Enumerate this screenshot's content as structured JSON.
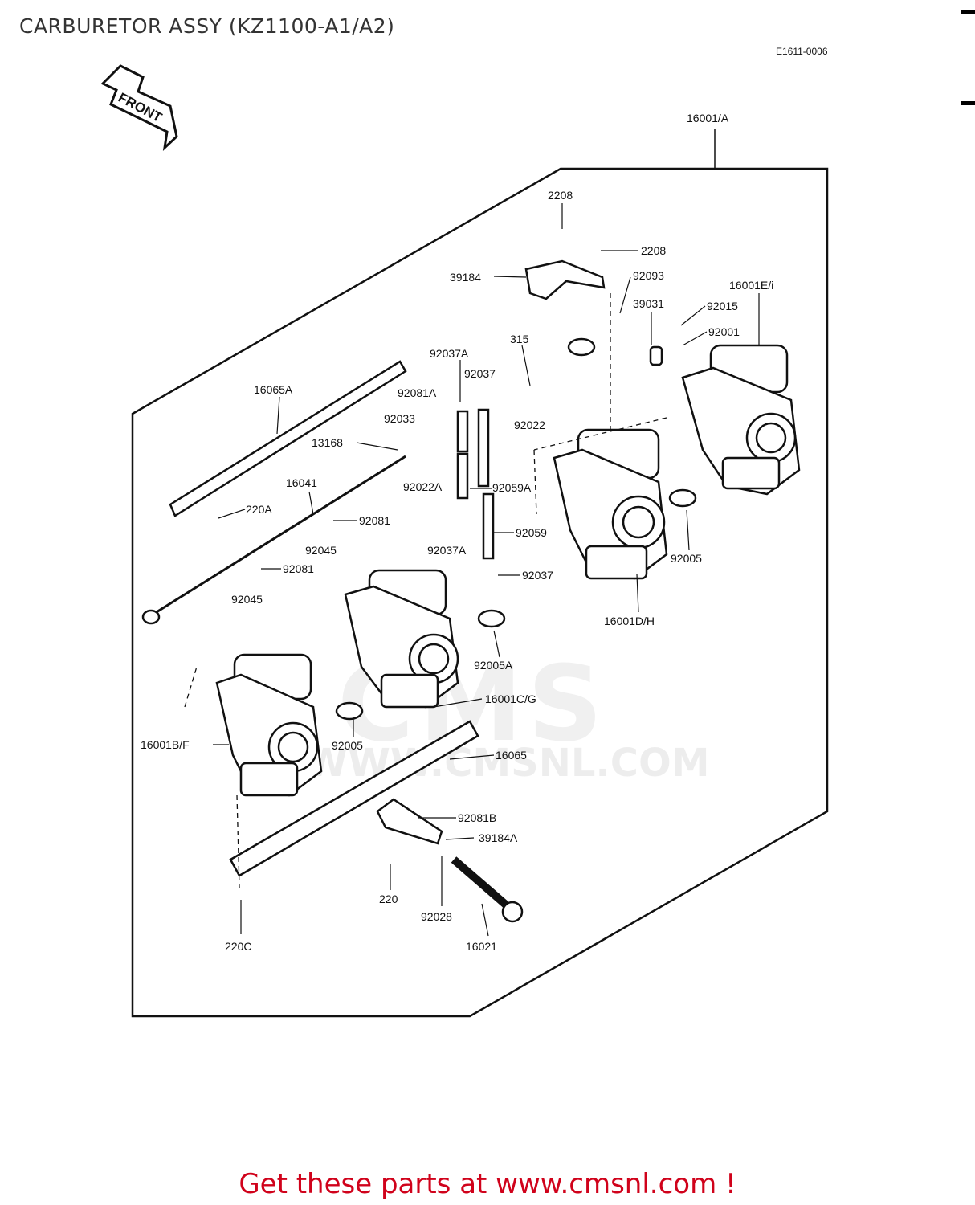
{
  "header": {
    "title": "CARBURETOR ASSY (KZ1100-A1/A2)",
    "diagram_code": "E1611-0006"
  },
  "front_arrow": {
    "label": "FRONT"
  },
  "parts": [
    "16001/A",
    "2208",
    "2208",
    "39184",
    "92093",
    "39031",
    "92015",
    "16001E/i",
    "92001",
    "315",
    "92037A",
    "92037",
    "92081A",
    "92033",
    "16065A",
    "13168",
    "92022",
    "92022A",
    "16041",
    "92059A",
    "220A",
    "92081",
    "92045",
    "92037A",
    "92059",
    "92005",
    "92081",
    "92037",
    "92045",
    "16001D/H",
    "92005A",
    "16001C/G",
    "16001B/F",
    "92005",
    "16065",
    "92081B",
    "39184A",
    "220",
    "92028",
    "220C",
    "16021"
  ],
  "watermark": {
    "brand": "CMS",
    "url": "WWW.CMSNL.COM"
  },
  "footer": {
    "cta": "Get these parts at www.cmsnl.com !"
  },
  "colors": {
    "footer_text": "#d0021b",
    "line": "#111111"
  }
}
